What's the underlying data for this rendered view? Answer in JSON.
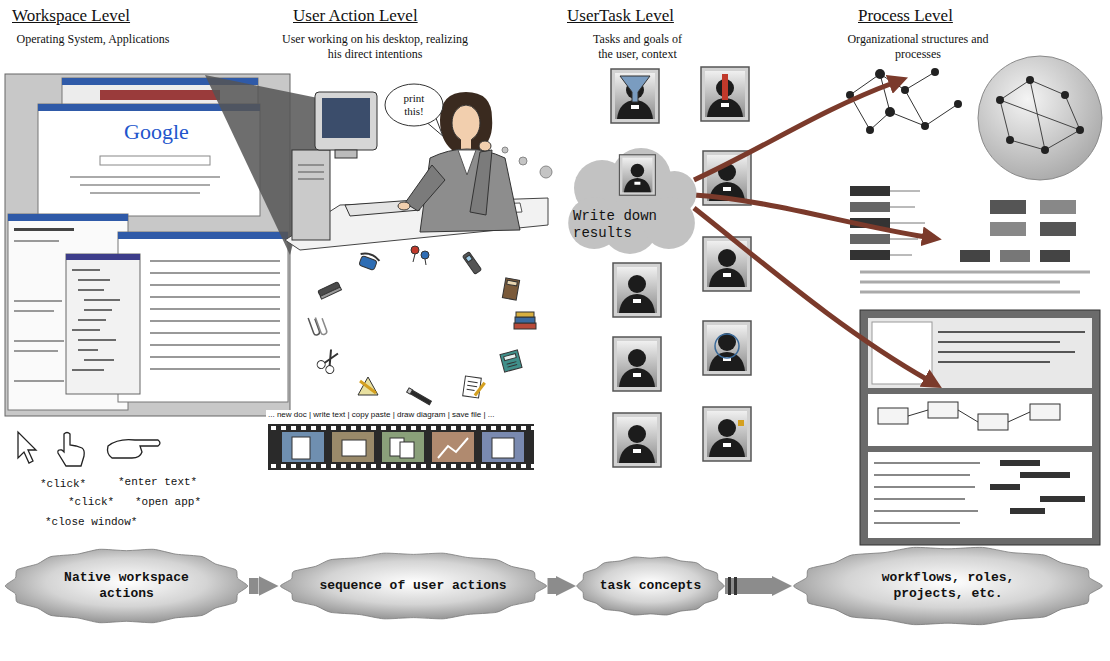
{
  "diagram": {
    "nodes": [
      {
        "text": [
          "print this!"
        ]
      },
      {
        "text": [
          "Write down results"
        ]
      },
      {
        "text": [
          "Native workspace actions"
        ]
      },
      {
        "text": [
          "sequence of user actions"
        ]
      },
      {
        "text": [
          "task concepts"
        ]
      },
      {
        "text": [
          "workflows, roles, projects, etc."
        ]
      }
    ],
    "edges": [
      {
        "from": 2,
        "to": 3,
        "arrow": "to"
      },
      {
        "from": 3,
        "to": 4,
        "arrow": "to"
      },
      {
        "from": 4,
        "to": 5,
        "arrow": "to"
      }
    ],
    "labels": [
      "Workspace Level",
      "Operating System, Applications",
      "User Action Level",
      "User working on his desktop, realizing his direct intentions",
      "UserTask Level",
      "Tasks and goals of the user, context",
      "Process Level",
      "Organizational structures and processes",
      "Google",
      "*click*",
      "*enter text*",
      "*click*",
      "*open app*",
      "*close window*",
      "... new doc | write text | copy paste | draw diagram | save file | ..."
    ]
  }
}
